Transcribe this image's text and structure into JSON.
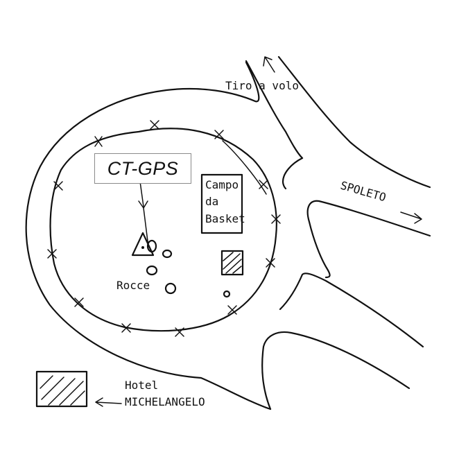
{
  "map": {
    "callout": "CT-GPS",
    "labels": {
      "tiro_a_volo": "Tiro a volo",
      "spoleto": "SPOLETO",
      "campo_line1": "Campo",
      "campo_line2": "da",
      "campo_line3": "Basket",
      "rocce": "Rocce",
      "hotel_line1": "Hotel",
      "hotel_line2": "MICHELANGELO"
    },
    "icons": {
      "gps_station": "triangle-station-icon",
      "rocks": "rock-outline-icon",
      "hotel_building": "hatched-rectangle-icon",
      "small_building": "hatched-square-icon",
      "fence": "cross-mark-icon"
    },
    "colors": {
      "ink": "#111111",
      "paper": "#ffffff",
      "callout_border": "#8a8a8a"
    }
  }
}
